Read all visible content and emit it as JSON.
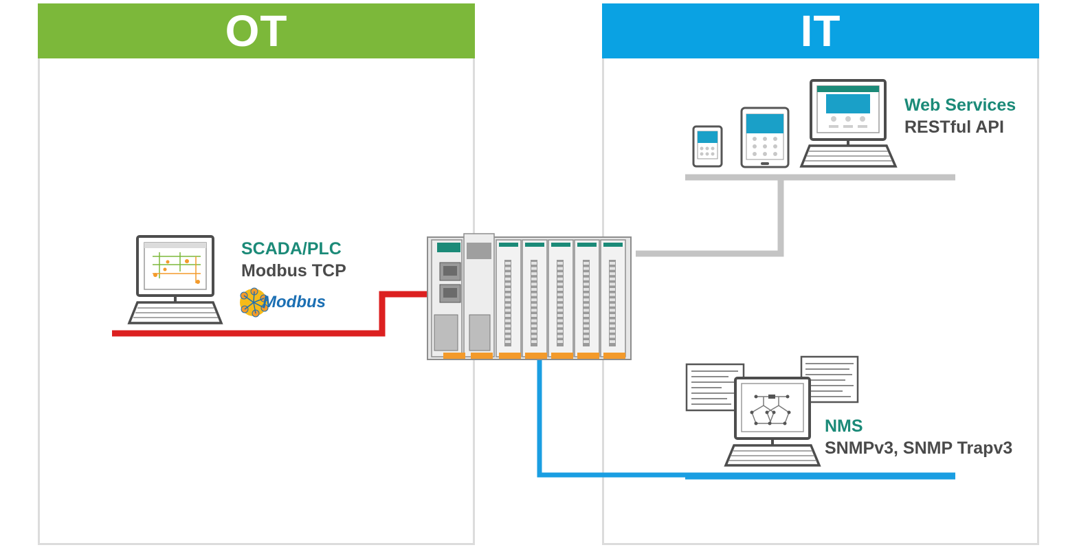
{
  "colors": {
    "ot": "#7cb83a",
    "it": "#0aa2e3",
    "accent_teal": "#1b8a78",
    "label_gray": "#4a4a4a",
    "red_line": "#dc2020",
    "blue_line": "#1a9ee2",
    "gray_line": "#c4c4c4",
    "orange": "#f39a2b"
  },
  "zones": {
    "ot": {
      "title": "OT"
    },
    "it": {
      "title": "IT"
    }
  },
  "nodes": {
    "scada": {
      "title": "SCADA/PLC",
      "subtitle": "Modbus TCP",
      "logo_text": "Modbus"
    },
    "web": {
      "title": "Web Services",
      "subtitle": "RESTful API"
    },
    "nms": {
      "title": "NMS",
      "subtitle": "SNMPv3, SNMP Trapv3"
    }
  },
  "icons": {
    "scada_pc": "desktop-computer-icon",
    "phone": "smartphone-icon",
    "tablet": "tablet-icon",
    "web_pc": "desktop-computer-icon",
    "nms_pc": "desktop-computer-icon",
    "device": "modular-io-controller-icon",
    "modbus": "modbus-logo-icon"
  }
}
